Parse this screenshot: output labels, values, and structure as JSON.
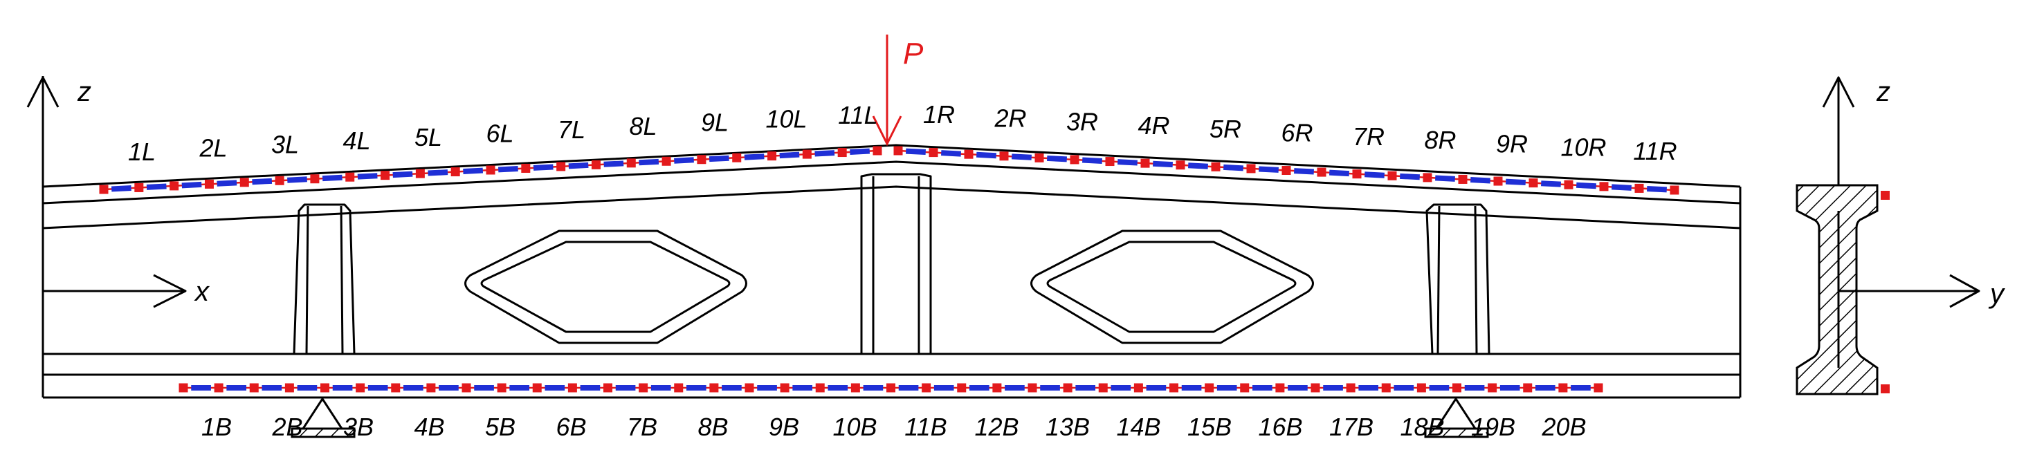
{
  "axes": {
    "beam_vertical": "z",
    "beam_horizontal": "x",
    "section_vertical": "z",
    "section_horizontal": "y"
  },
  "load": {
    "label": "P",
    "color": "#e31a1c"
  },
  "colors": {
    "fiber_line": "#e31a1c",
    "sensor_marker": "#e31a1c",
    "grating_dash": "#1f2fd6",
    "structure": "#000000"
  },
  "top_left_points": [
    "1L",
    "2L",
    "3L",
    "4L",
    "5L",
    "6L",
    "7L",
    "8L",
    "9L",
    "10L",
    "11L"
  ],
  "top_right_points": [
    "1R",
    "2R",
    "3R",
    "4R",
    "5R",
    "6R",
    "7R",
    "8R",
    "9R",
    "10R",
    "11R"
  ],
  "bottom_points": [
    "1B",
    "2B",
    "3B",
    "4B",
    "5B",
    "6B",
    "7B",
    "8B",
    "9B",
    "10B",
    "11B",
    "12B",
    "13B",
    "14B",
    "15B",
    "16B",
    "17B",
    "18B",
    "19B",
    "20B"
  ],
  "supports": [
    "pin-support",
    "pin-support"
  ]
}
